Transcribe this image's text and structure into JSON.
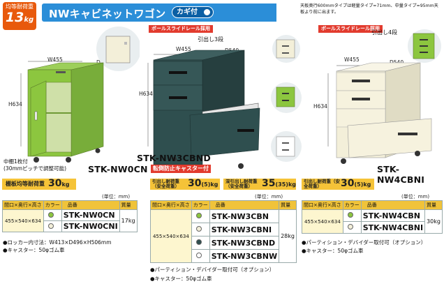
{
  "header": {
    "load_line1": "均等耐荷重",
    "load_value": "13",
    "load_unit": "kg",
    "title": "NWキャビネットワゴン",
    "key_badge": "カギ付",
    "top_note": "天板奥行600mmタイプは軽量タイプ=71mm、中量タイプ=95mm天板より前に出ます。"
  },
  "products": [
    {
      "model_label": "STK-NW0CN",
      "dim_width": "W455",
      "dim_depth": "D540",
      "dim_height": "H634",
      "shelf_note": "中棚1枚付\n(30mmピッチで調整可能)",
      "load_label": "棚板均等耐荷重",
      "load_value": "30",
      "load_unit": "kg",
      "unit_label": "(単位：mm)",
      "table_headers": [
        "間口×奥行×高さ",
        "カラー",
        "品番",
        "質量"
      ],
      "table_size": "455×540×634",
      "table_models": [
        "STK-NW0CN",
        "STK-NW0CNI"
      ],
      "table_mass": "17kg",
      "notes": [
        "●ロッカー内寸法：W413×D496×H506mm",
        "●キャスター：50φゴム車"
      ]
    },
    {
      "model_label": "STK-NW3CBND",
      "rail_tag": "ボールスライドレール採用",
      "drawer_label": "引出し3段",
      "dim_width": "W455",
      "dim_depth": "D540",
      "dim_height": "H634",
      "caster_tag": "転倒防止キャスター付",
      "load_label_a": "引出し耐荷重（安全荷重）",
      "load_value_a": "30",
      "load_unit_a": "(5)kg",
      "load_label_b": "深引出し耐荷重（安全荷重）",
      "load_value_b": "35",
      "load_unit_b": "(35)kg",
      "unit_label": "(単位：mm)",
      "table_headers": [
        "間口×奥行×高さ",
        "カラー",
        "品番",
        "質量"
      ],
      "table_size": "455×540×634",
      "table_models": [
        "STK-NW3CBN",
        "STK-NW3CBNI",
        "STK-NW3CBND",
        "STK-NW3CBNW"
      ],
      "table_mass": "28kg",
      "notes": [
        "●パーティション・デバイダー取付可（オプション）",
        "●キャスター：50φゴム車"
      ]
    },
    {
      "model_label": "STK-NW4CBNI",
      "rail_tag": "ボールスライドレール採用",
      "drawer_label": "引出し4段",
      "dim_width": "W455",
      "dim_depth": "D540",
      "dim_height": "H634",
      "load_label": "引出し耐荷重（安全荷重）",
      "load_value": "30",
      "load_unit": "(5)kg",
      "unit_label": "(単位：mm)",
      "table_headers": [
        "間口×奥行×高さ",
        "カラー",
        "品番",
        "質量"
      ],
      "table_size": "455×540×634",
      "table_models": [
        "STK-NW4CBN",
        "STK-NW4CBNI"
      ],
      "table_mass": "30kg",
      "notes": [
        "●パーティション・デバイダー取付可（オプション）",
        "●キャスター：50φゴム車"
      ]
    }
  ],
  "colors": {
    "green": "#8cc63f",
    "ivory": "#f3efd9",
    "dark_green": "#2f4f4f",
    "white": "#ffffff",
    "accent_blue": "#2b8ed8",
    "load_yellow": "#f5c338",
    "red": "#e23b2e"
  }
}
